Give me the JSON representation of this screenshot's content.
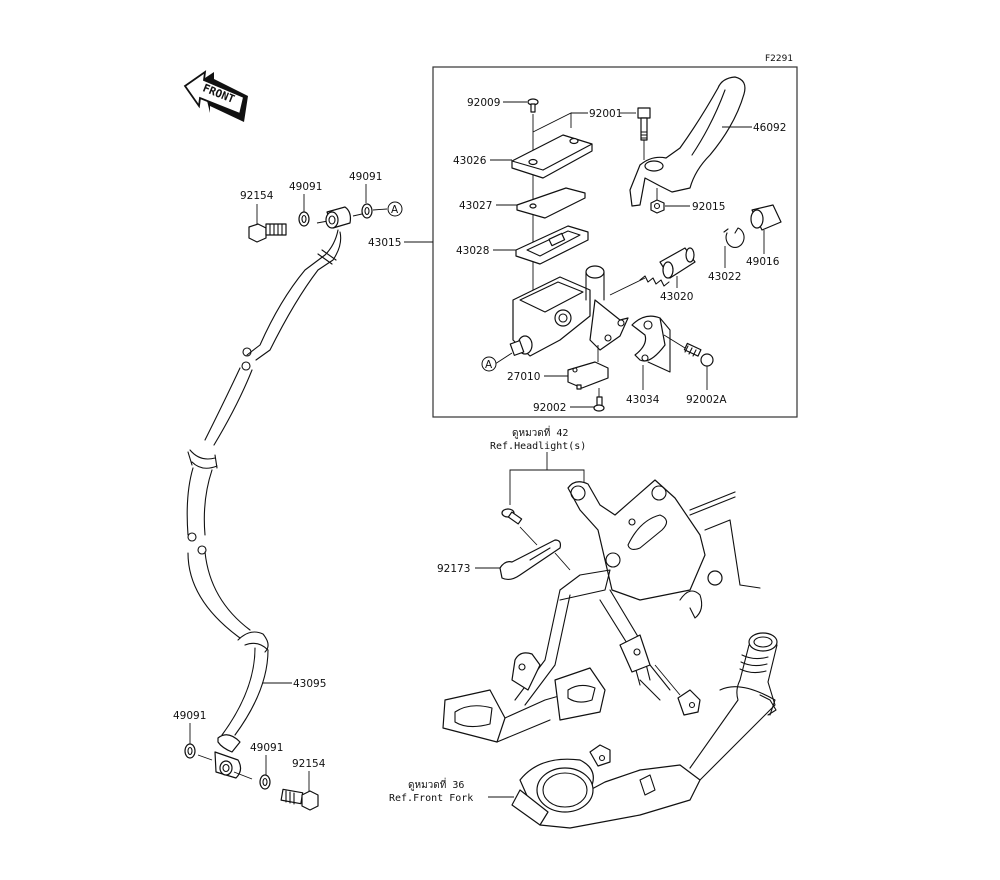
{
  "diagram": {
    "figure_code": "F2291",
    "front_indicator": "FRONT",
    "connector_marker": "A",
    "assembly_label": "43015",
    "parts": {
      "p92009": "92009",
      "p92001": "92001",
      "p46092": "46092",
      "p43026": "43026",
      "p43027": "43027",
      "p43028": "43028",
      "p92015": "92015",
      "p43022": "43022",
      "p49016": "49016",
      "p43020": "43020",
      "p27010": "27010",
      "p92002": "92002",
      "p43034": "43034",
      "p92002A": "92002A",
      "p92154_top": "92154",
      "p49091_top_a": "49091",
      "p49091_top_b": "49091",
      "p43095": "43095",
      "p49091_bot_a": "49091",
      "p49091_bot_b": "49091",
      "p92154_bot": "92154",
      "p92173": "92173"
    },
    "references": {
      "headlight_thai": "ดูหมวดที่ 42",
      "headlight_en": "Ref.Headlight(s)",
      "fork_thai": "ดูหมวดที่ 36",
      "fork_en": "Ref.Front Fork"
    }
  }
}
